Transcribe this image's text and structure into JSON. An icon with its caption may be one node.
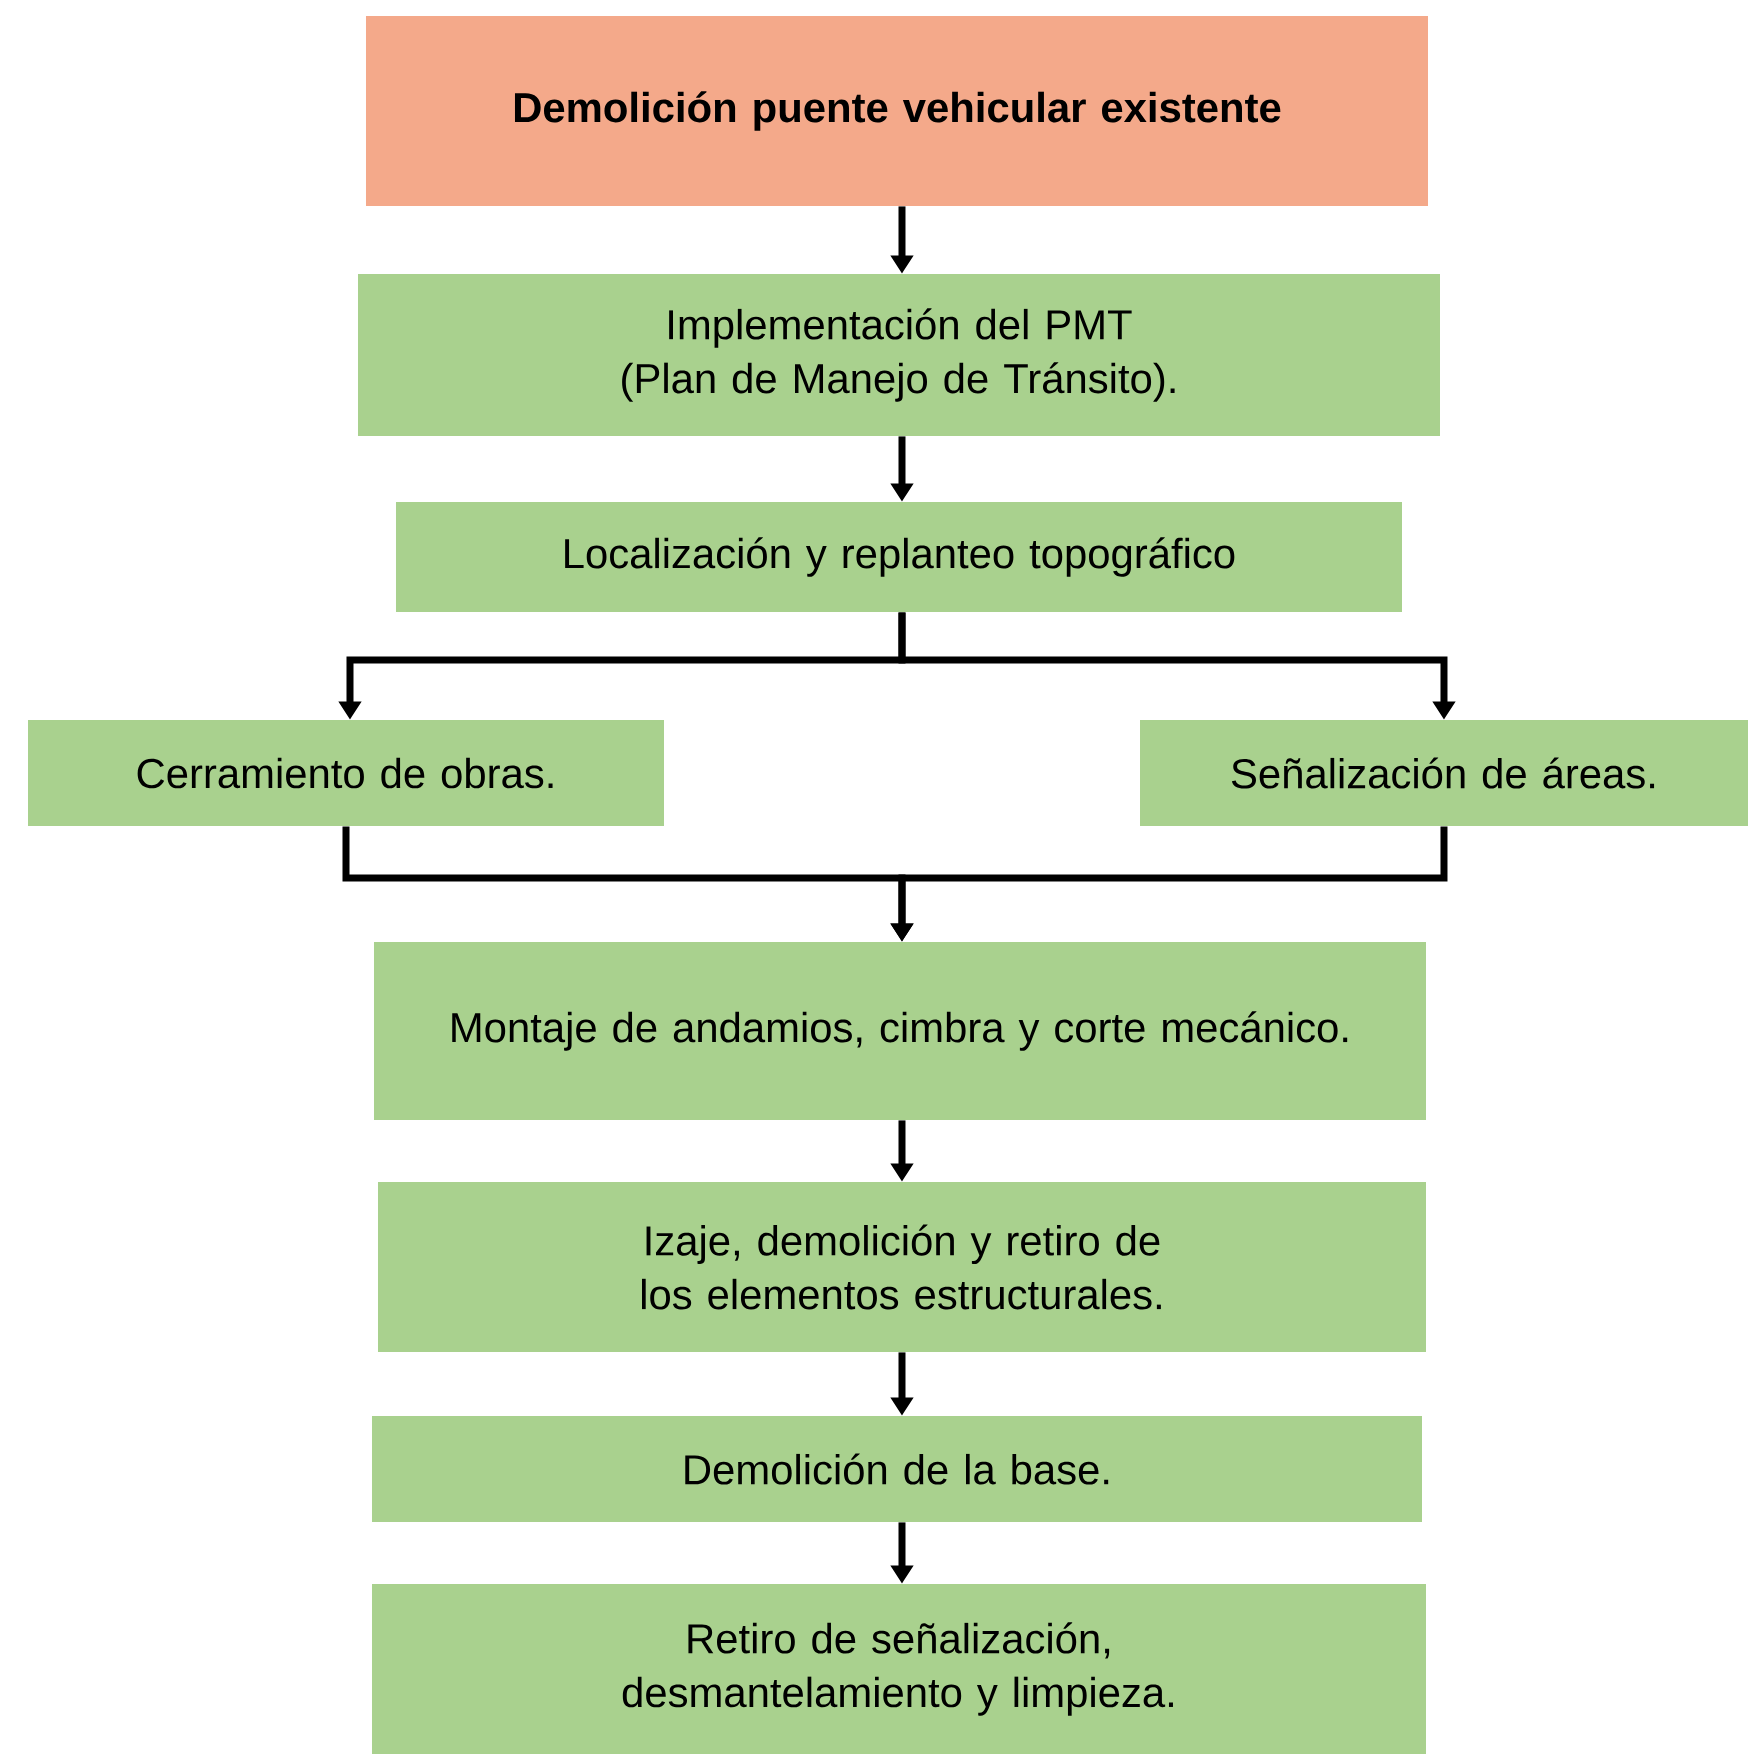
{
  "diagram": {
    "nodes": [
      {
        "text": [
          "Demolición puente vehicular existente"
        ]
      },
      {
        "text": [
          "Implementación del PMT (Plan de Manejo de Tránsito)."
        ]
      },
      {
        "text": [
          "Localización y replanteo topográfico"
        ]
      },
      {
        "text": [
          "Cerramiento de obras."
        ]
      },
      {
        "text": [
          "Señalización de áreas."
        ]
      },
      {
        "text": [
          "Montaje de andamios, cimbra y corte mecánico."
        ]
      },
      {
        "text": [
          "Izaje, demolición y retiro de los elementos estructurales."
        ]
      },
      {
        "text": [
          "Demolición de la base."
        ]
      },
      {
        "text": [
          "Retiro de señalización, desmantelamiento y limpieza."
        ]
      }
    ],
    "edges": [
      {
        "from": 0,
        "to": 1,
        "arrow": "to"
      },
      {
        "from": 1,
        "to": 2,
        "arrow": "to"
      },
      {
        "from": 2,
        "to": 3,
        "arrow": "to"
      },
      {
        "from": 2,
        "to": 4,
        "arrow": "to"
      },
      {
        "from": 3,
        "to": 5,
        "arrow": "to"
      },
      {
        "from": 4,
        "to": 5,
        "arrow": "to"
      },
      {
        "from": 5,
        "to": 6,
        "arrow": "to"
      },
      {
        "from": 6,
        "to": 7,
        "arrow": "to"
      },
      {
        "from": 7,
        "to": 8,
        "arrow": "to"
      }
    ]
  }
}
